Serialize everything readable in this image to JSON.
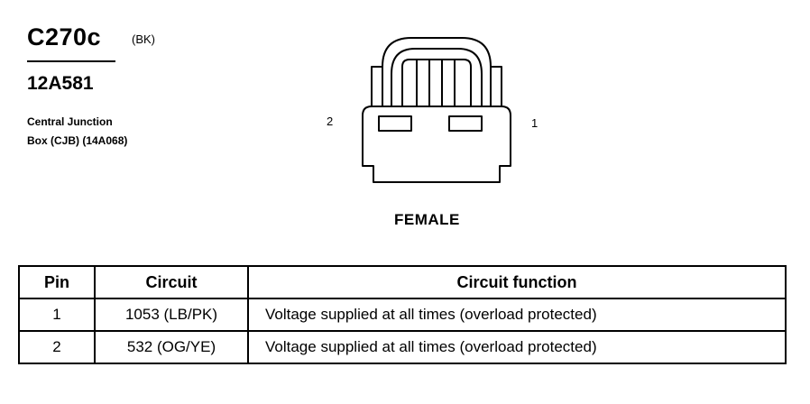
{
  "connector": {
    "id": "C270c",
    "color": "(BK)",
    "part_number": "12A581",
    "description_line1": "Central Junction",
    "description_line2": "Box (CJB) (14A068)"
  },
  "diagram": {
    "pin_left": "2",
    "pin_right": "1",
    "gender": "FEMALE"
  },
  "table": {
    "headers": [
      "Pin",
      "Circuit",
      "Circuit function"
    ],
    "rows": [
      [
        "1",
        "1053 (LB/PK)",
        "Voltage supplied at all times (overload protected)"
      ],
      [
        "2",
        "532 (OG/YE)",
        "Voltage supplied at all times (overload protected)"
      ]
    ]
  }
}
